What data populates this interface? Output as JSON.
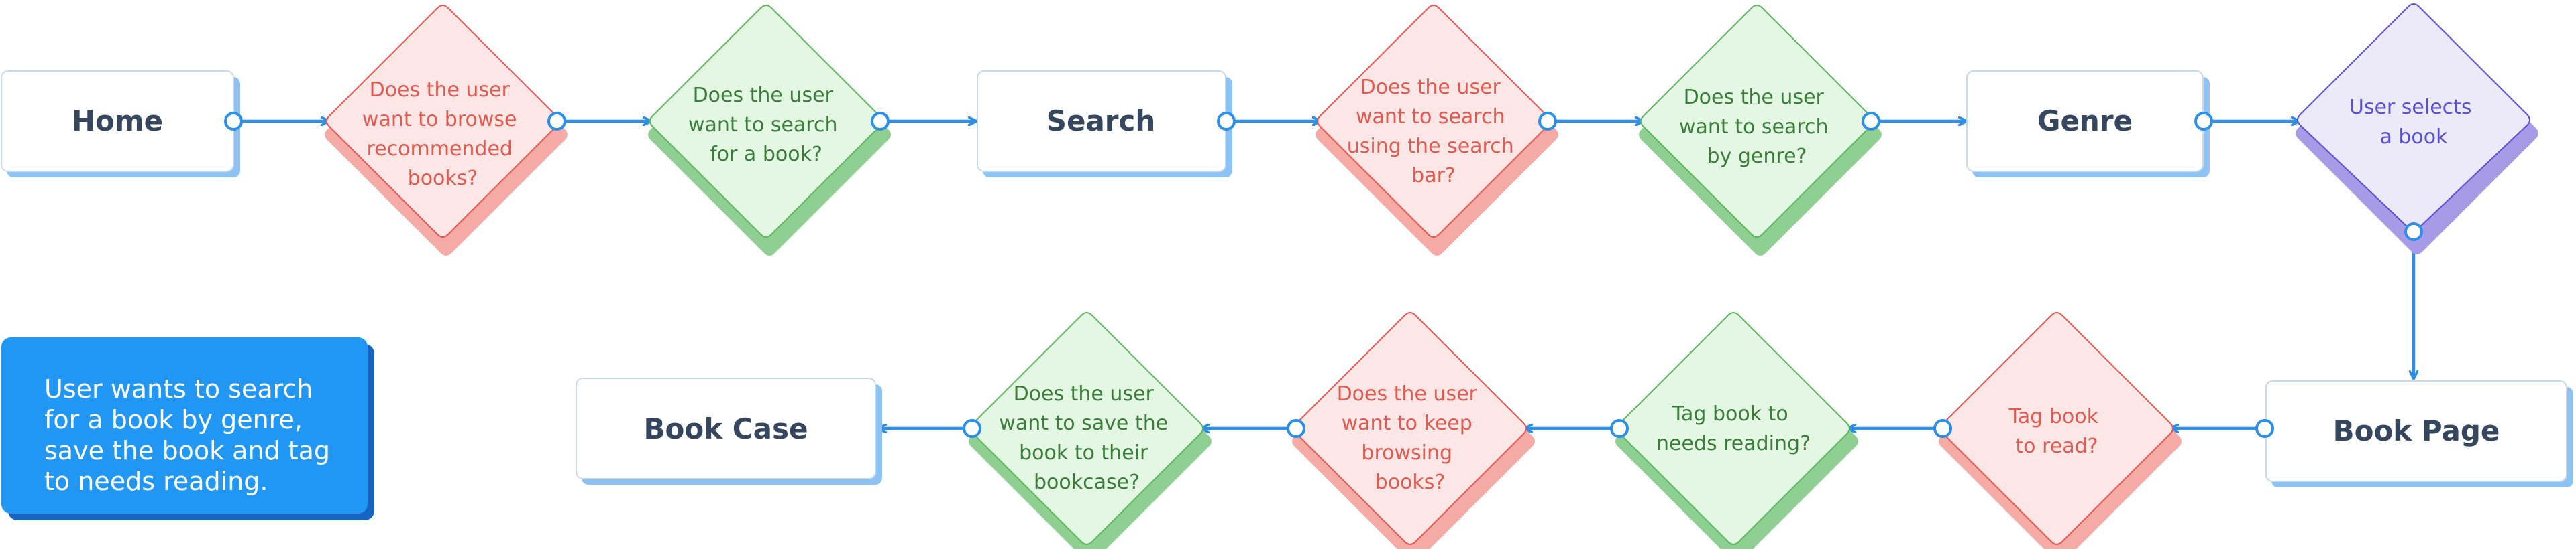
{
  "nodes": {
    "home": {
      "label": "Home"
    },
    "browse_recommended": {
      "lines": [
        "Does the user",
        "want to browse",
        "recommended",
        "books?"
      ]
    },
    "search_book": {
      "lines": [
        "Does the user",
        "want to search",
        "for a book?"
      ]
    },
    "search": {
      "label": "Search"
    },
    "search_bar": {
      "lines": [
        "Does the user",
        "want to search",
        "using the search",
        "bar?"
      ]
    },
    "search_genre": {
      "lines": [
        "Does the user",
        "want to search",
        "by genre?"
      ]
    },
    "genre": {
      "label": "Genre"
    },
    "user_selects": {
      "lines": [
        "User selects",
        "a book"
      ]
    },
    "book_page": {
      "label": "Book Page"
    },
    "tag_to_read": {
      "lines": [
        "Tag book",
        "to read?"
      ]
    },
    "tag_needs_reading": {
      "lines": [
        "Tag book to",
        "needs reading?"
      ]
    },
    "keep_browsing": {
      "lines": [
        "Does the user",
        "want to keep",
        "browsing",
        "books?"
      ]
    },
    "save_bookcase": {
      "lines": [
        "Does the user",
        "want to save the",
        "book to their",
        "bookcase?"
      ]
    },
    "book_case": {
      "label": "Book Case"
    }
  },
  "note": {
    "lines": [
      "User wants to search",
      "for a book by genre,",
      "save the book and tag",
      "to needs reading."
    ]
  },
  "colors": {
    "connector": "#2b8ee8",
    "rect_border": "#c6d9ee",
    "rect_shadow": "#8cc3f3",
    "rect_text": "#34475e",
    "red_fill": "#fde6e6",
    "red_stroke": "#e5574f",
    "red_shadow": "#f5aaa6",
    "red_text": "#e05a50",
    "green_fill": "#e3f7e3",
    "green_stroke": "#5cb85c",
    "green_shadow": "#8fcf92",
    "green_text": "#3a7d3a",
    "purple_fill": "#eceaf9",
    "purple_stroke": "#5a4fcf",
    "purple_shadow": "#a79be8",
    "purple_text": "#5a4fcf",
    "note_fill": "#2196f3",
    "note_shadow": "#1565c0"
  }
}
